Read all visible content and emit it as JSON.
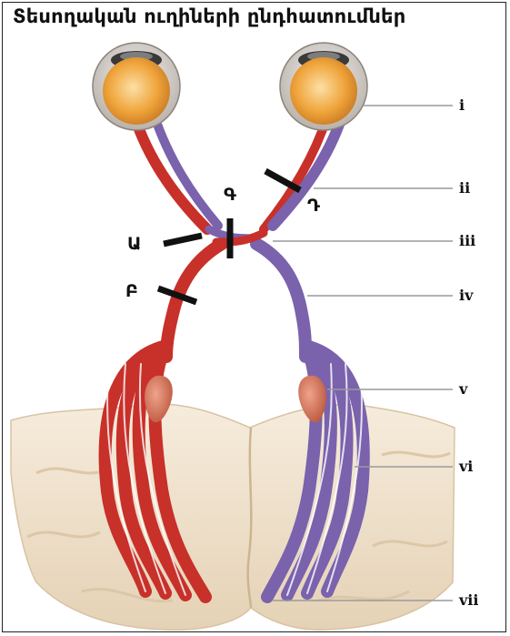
{
  "title": "Տեսողական ուղիների ընդհատումներ",
  "colors": {
    "left_pathway": "#c8302a",
    "right_pathway": "#7a62ad",
    "eye_iris": "#f0a53c",
    "brain_tissue": "#efe0c9",
    "lesion_bar": "#111111",
    "leader_line": "#9a9a9a"
  },
  "structure_labels": [
    "i",
    "ii",
    "iii",
    "iv",
    "v",
    "vi",
    "vii"
  ],
  "lesion_labels": [
    "Ա",
    "Բ",
    "Գ",
    "Դ"
  ]
}
